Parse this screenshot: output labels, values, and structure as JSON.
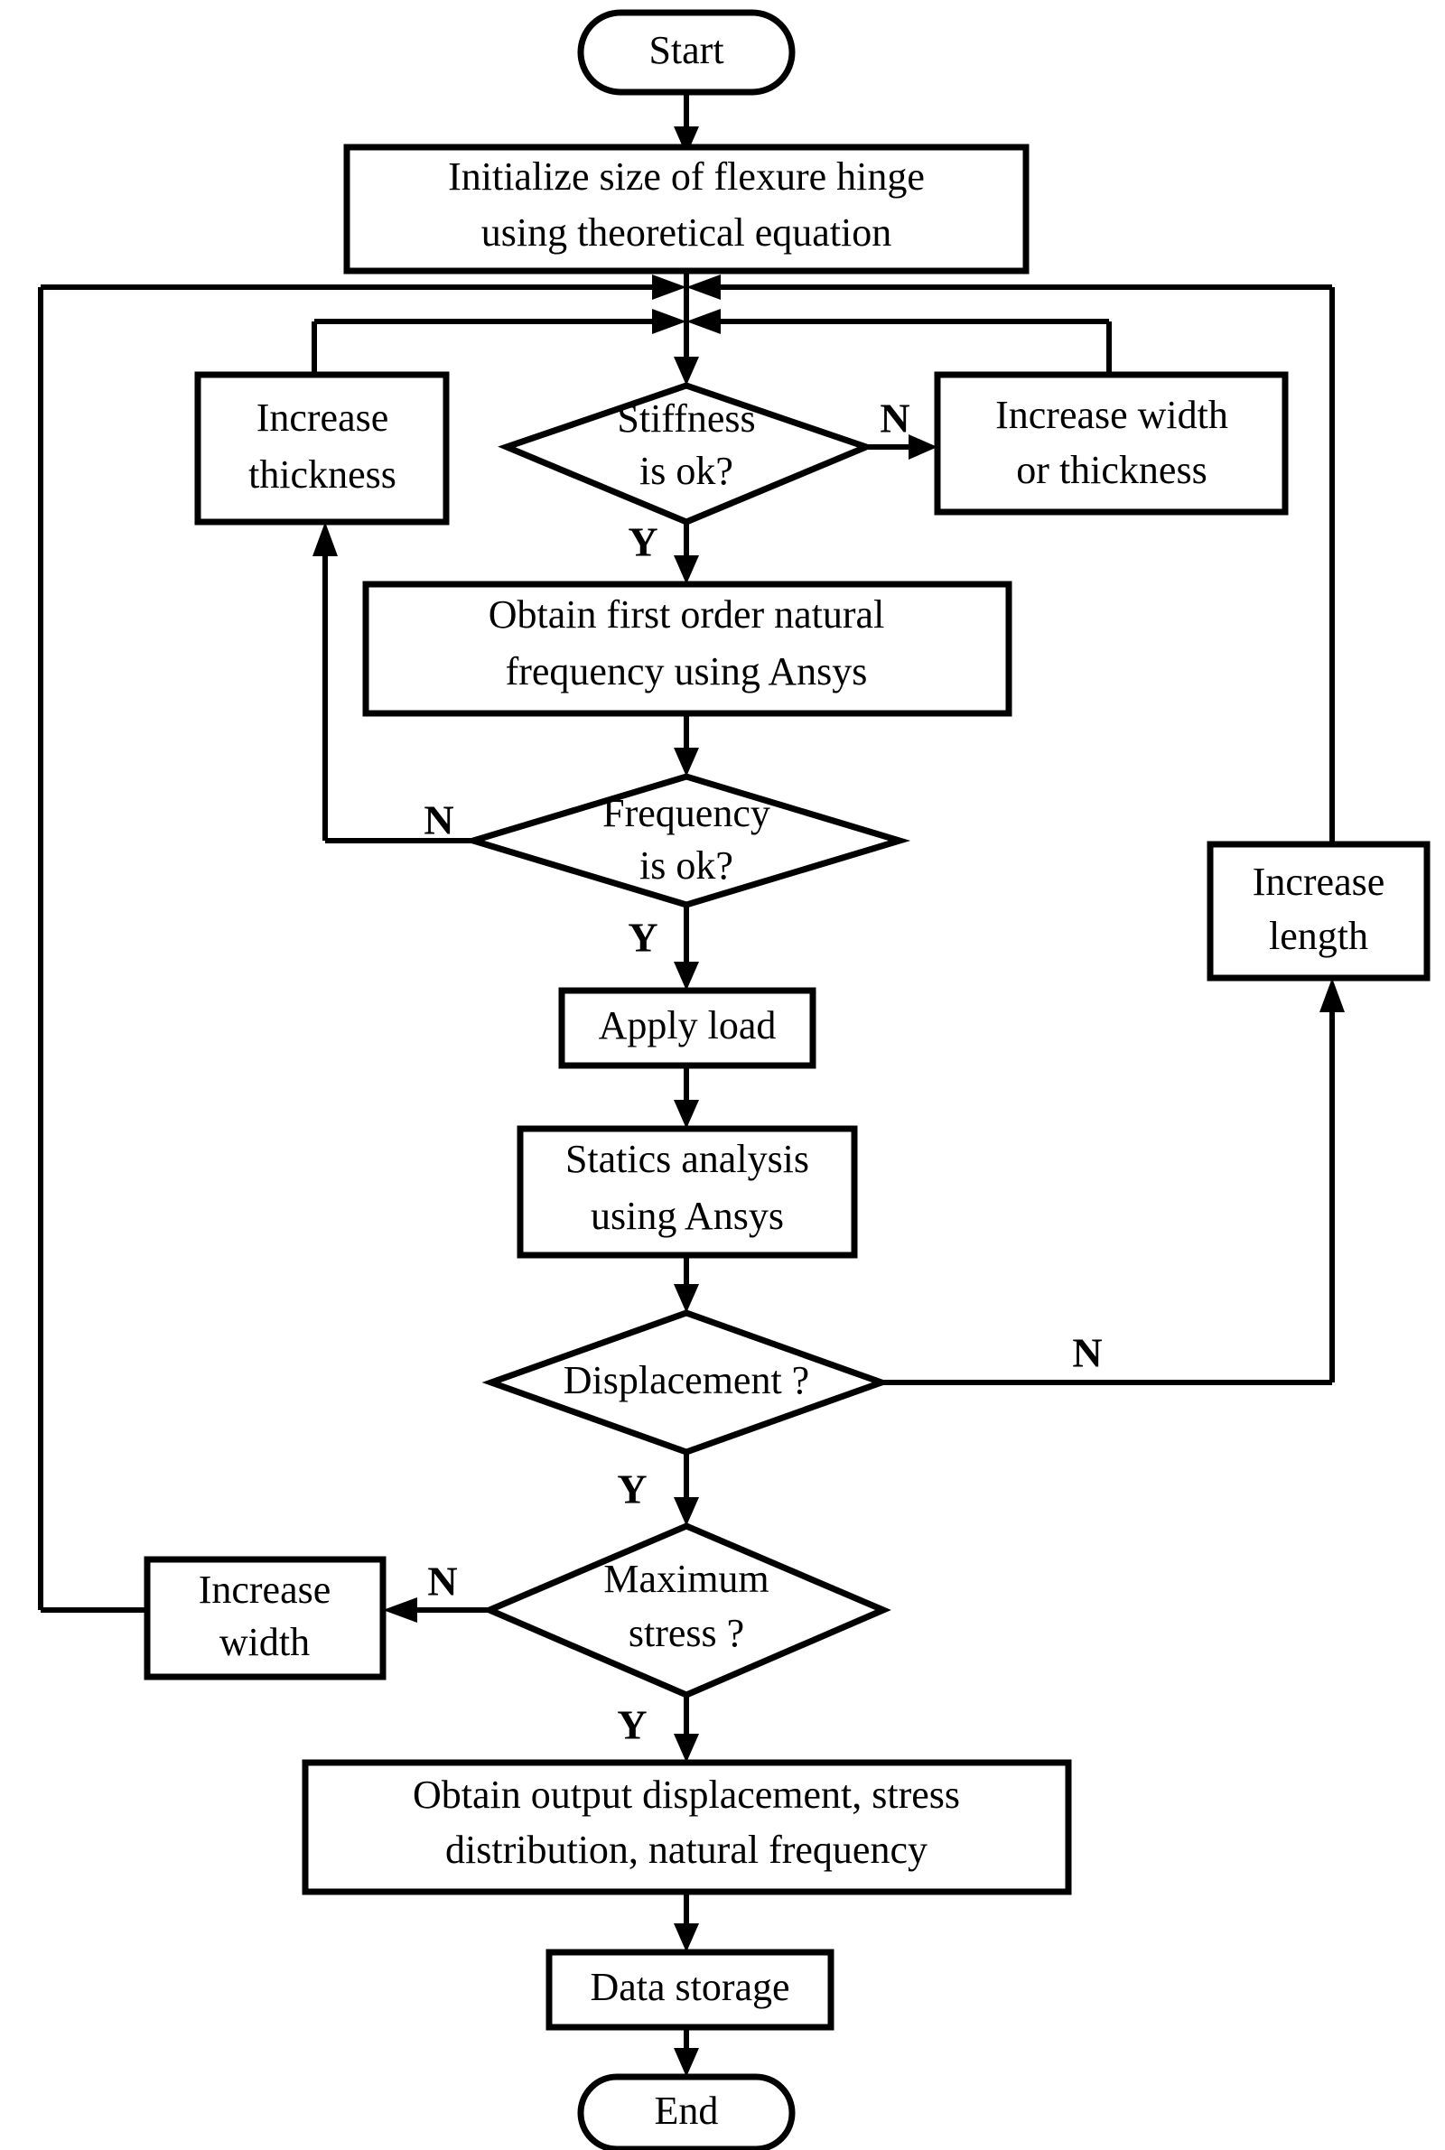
{
  "diagram": {
    "title": "Flexure hinge design optimization flowchart",
    "colors": {
      "stroke": "#000000",
      "fill": "#ffffff",
      "text": "#000000"
    },
    "nodes": {
      "start": {
        "label": "Start",
        "shape": "terminator"
      },
      "initialize": {
        "line1": "Initialize size of flexure hinge",
        "line2": "using theoretical equation",
        "shape": "process"
      },
      "increase_thickness": {
        "line1": "Increase",
        "line2": "thickness",
        "shape": "process"
      },
      "stiffness_check": {
        "line1": "Stiffness",
        "line2": "is ok?",
        "shape": "decision"
      },
      "increase_width_or_thickness": {
        "line1": "Increase width",
        "line2": "or thickness",
        "shape": "process"
      },
      "obtain_frequency": {
        "line1": "Obtain first order natural",
        "line2": "frequency using  Ansys",
        "shape": "process"
      },
      "frequency_check": {
        "line1": "Frequency",
        "line2": "is ok?",
        "shape": "decision"
      },
      "apply_load": {
        "line1": "Apply load",
        "shape": "process"
      },
      "statics_analysis": {
        "line1": "Statics analysis",
        "line2": "using Ansys",
        "shape": "process"
      },
      "increase_length": {
        "line1": "Increase",
        "line2": "length",
        "shape": "process"
      },
      "displacement_check": {
        "line1": "Displacement ?",
        "shape": "decision"
      },
      "increase_width": {
        "line1": "Increase",
        "line2": "width",
        "shape": "process"
      },
      "maximum_stress_check": {
        "line1": "Maximum",
        "line2": "stress ?",
        "shape": "decision"
      },
      "obtain_outputs": {
        "line1": "Obtain output displacement, stress",
        "line2": "distribution, natural frequency",
        "shape": "process"
      },
      "data_storage": {
        "label": "Data storage",
        "shape": "process"
      },
      "end": {
        "label": "End",
        "shape": "terminator"
      }
    },
    "branch_labels": {
      "stiffness_no": "N",
      "stiffness_yes": "Y",
      "frequency_no": "N",
      "frequency_yes": "Y",
      "displacement_no": "N",
      "displacement_yes": "Y",
      "stress_no": "N",
      "stress_yes": "Y"
    },
    "edges": [
      {
        "from": "start",
        "to": "initialize",
        "label": ""
      },
      {
        "from": "initialize",
        "to": "stiffness_check",
        "label": ""
      },
      {
        "from": "stiffness_check",
        "to": "increase_width_or_thickness",
        "label": "N"
      },
      {
        "from": "increase_width_or_thickness",
        "to": "stiffness_check",
        "label": ""
      },
      {
        "from": "stiffness_check",
        "to": "obtain_frequency",
        "label": "Y"
      },
      {
        "from": "obtain_frequency",
        "to": "frequency_check",
        "label": ""
      },
      {
        "from": "frequency_check",
        "to": "increase_thickness",
        "label": "N"
      },
      {
        "from": "increase_thickness",
        "to": "stiffness_check",
        "label": ""
      },
      {
        "from": "frequency_check",
        "to": "apply_load",
        "label": "Y"
      },
      {
        "from": "apply_load",
        "to": "statics_analysis",
        "label": ""
      },
      {
        "from": "statics_analysis",
        "to": "displacement_check",
        "label": ""
      },
      {
        "from": "displacement_check",
        "to": "increase_length",
        "label": "N"
      },
      {
        "from": "increase_length",
        "to": "stiffness_check",
        "label": ""
      },
      {
        "from": "displacement_check",
        "to": "maximum_stress_check",
        "label": "Y"
      },
      {
        "from": "maximum_stress_check",
        "to": "increase_width",
        "label": "N"
      },
      {
        "from": "increase_width",
        "to": "stiffness_check",
        "label": ""
      },
      {
        "from": "maximum_stress_check",
        "to": "obtain_outputs",
        "label": "Y"
      },
      {
        "from": "obtain_outputs",
        "to": "data_storage",
        "label": ""
      },
      {
        "from": "data_storage",
        "to": "end",
        "label": ""
      }
    ]
  }
}
